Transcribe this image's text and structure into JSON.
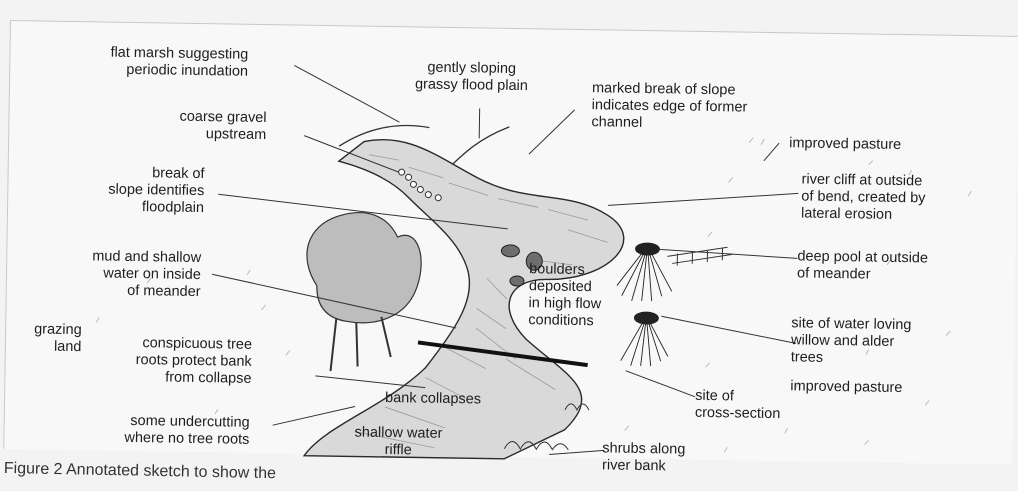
{
  "labels": {
    "flat_marsh": [
      "flat marsh suggesting",
      "periodic inundation"
    ],
    "flood_plain": [
      "gently sloping",
      "grassy flood plain"
    ],
    "break_slope_channel": [
      "marked break of slope",
      "indicates edge of former",
      "channel"
    ],
    "coarse_gravel": [
      "coarse gravel",
      "upstream"
    ],
    "improved_pasture_top": [
      "improved pasture"
    ],
    "break_slope_floodplain": [
      "break of",
      "slope identifies",
      "floodplain"
    ],
    "river_cliff": [
      "river cliff at outside",
      "of bend, created by",
      "lateral erosion"
    ],
    "deep_pool": [
      "deep pool at outside",
      "of meander"
    ],
    "mud_shallow": [
      "mud and shallow",
      "water on inside",
      "of meander"
    ],
    "boulders": [
      "boulders",
      "deposited",
      "in high flow",
      "conditions"
    ],
    "willow": [
      "site of water loving",
      "willow and alder",
      "trees"
    ],
    "grazing_land": [
      "grazing",
      "land"
    ],
    "tree_roots": [
      "conspicuous tree",
      "roots protect bank",
      "from collapse"
    ],
    "improved_pasture_bottom": [
      "improved pasture"
    ],
    "bank_collapses": [
      "bank collapses"
    ],
    "cross_section": [
      "site of",
      "cross-section"
    ],
    "undercutting": [
      "some undercutting",
      "where no tree roots"
    ],
    "riffle": [
      "shallow water",
      "riffle"
    ],
    "shrubs": [
      "shrubs along",
      "river bank"
    ]
  },
  "caption": "Figure 2  Annotated sketch to show the"
}
